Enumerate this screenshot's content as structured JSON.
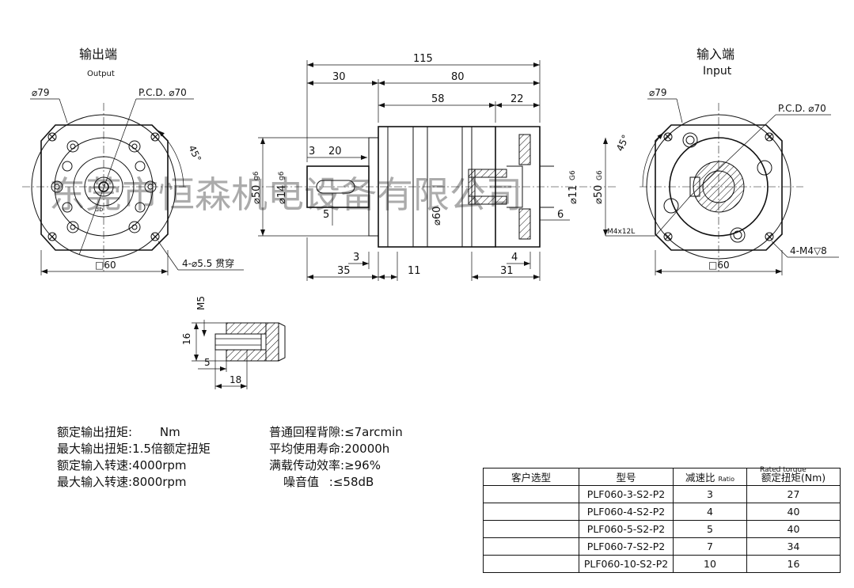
{
  "watermark": "东莞市恒森机电设备有限公司",
  "views": {
    "output": {
      "title": "输出端",
      "subtitle": "Output",
      "dia": "⌀79",
      "pcd": "P.C.D. ⌀70",
      "angle": "45°",
      "square": "□60",
      "holes": "4-⌀5.5 贯穿",
      "small": "db"
    },
    "input": {
      "title": "输入端",
      "subtitle": "Input",
      "dia": "⌀79",
      "pcd": "P.C.D. ⌀70",
      "angle": "45°",
      "square": "□60",
      "holes": "4-M4▽8",
      "screw": "M4x12L"
    }
  },
  "side_dims": {
    "overall": "115",
    "d30": "30",
    "d80": "80",
    "d58": "58",
    "d22": "22",
    "d3a": "3",
    "d20": "20",
    "d5": "5",
    "d6": "6",
    "d3b": "3",
    "d35": "35",
    "d11": "11",
    "d4": "4",
    "d31": "31",
    "phi50a": "⌀50",
    "g6a": "g6",
    "phi14": "⌀14",
    "g6b": "g6",
    "phi60": "⌀60",
    "phi11": "⌀11",
    "G6a": "G6",
    "phi50b": "⌀50",
    "G6b": "G6"
  },
  "detail_dims": {
    "m5": "M5",
    "d16": "16",
    "d5": "5",
    "d18": "18"
  },
  "specs_left": [
    {
      "label": "额定输出扭矩:",
      "value": "Nm"
    },
    {
      "label": "最大输出扭矩:",
      "value": "1.5倍额定扭矩"
    },
    {
      "label": "额定输入转速:",
      "value": "4000rpm"
    },
    {
      "label": "最大输入转速:",
      "value": "8000rpm"
    }
  ],
  "specs_right": [
    {
      "label": "普通回程背隙:",
      "value": "≤7arcmin"
    },
    {
      "label": "平均使用寿命:",
      "value": "20000h"
    },
    {
      "label": "满载传动效率:",
      "value": "≥96%"
    },
    {
      "label": "噪音值",
      "value": ":≤58dB"
    }
  ],
  "table": {
    "headers": [
      "客户选型",
      "型号",
      "减速比",
      "额定扭矩(Nm)"
    ],
    "ratio_en": "Ratio",
    "rated_en": "Rated torque",
    "rows": [
      [
        "",
        "PLF060-3-S2-P2",
        "3",
        "27"
      ],
      [
        "",
        "PLF060-4-S2-P2",
        "4",
        "40"
      ],
      [
        "",
        "PLF060-5-S2-P2",
        "5",
        "40"
      ],
      [
        "",
        "PLF060-7-S2-P2",
        "7",
        "34"
      ],
      [
        "",
        "PLF060-10-S2-P2",
        "10",
        "16"
      ]
    ]
  }
}
